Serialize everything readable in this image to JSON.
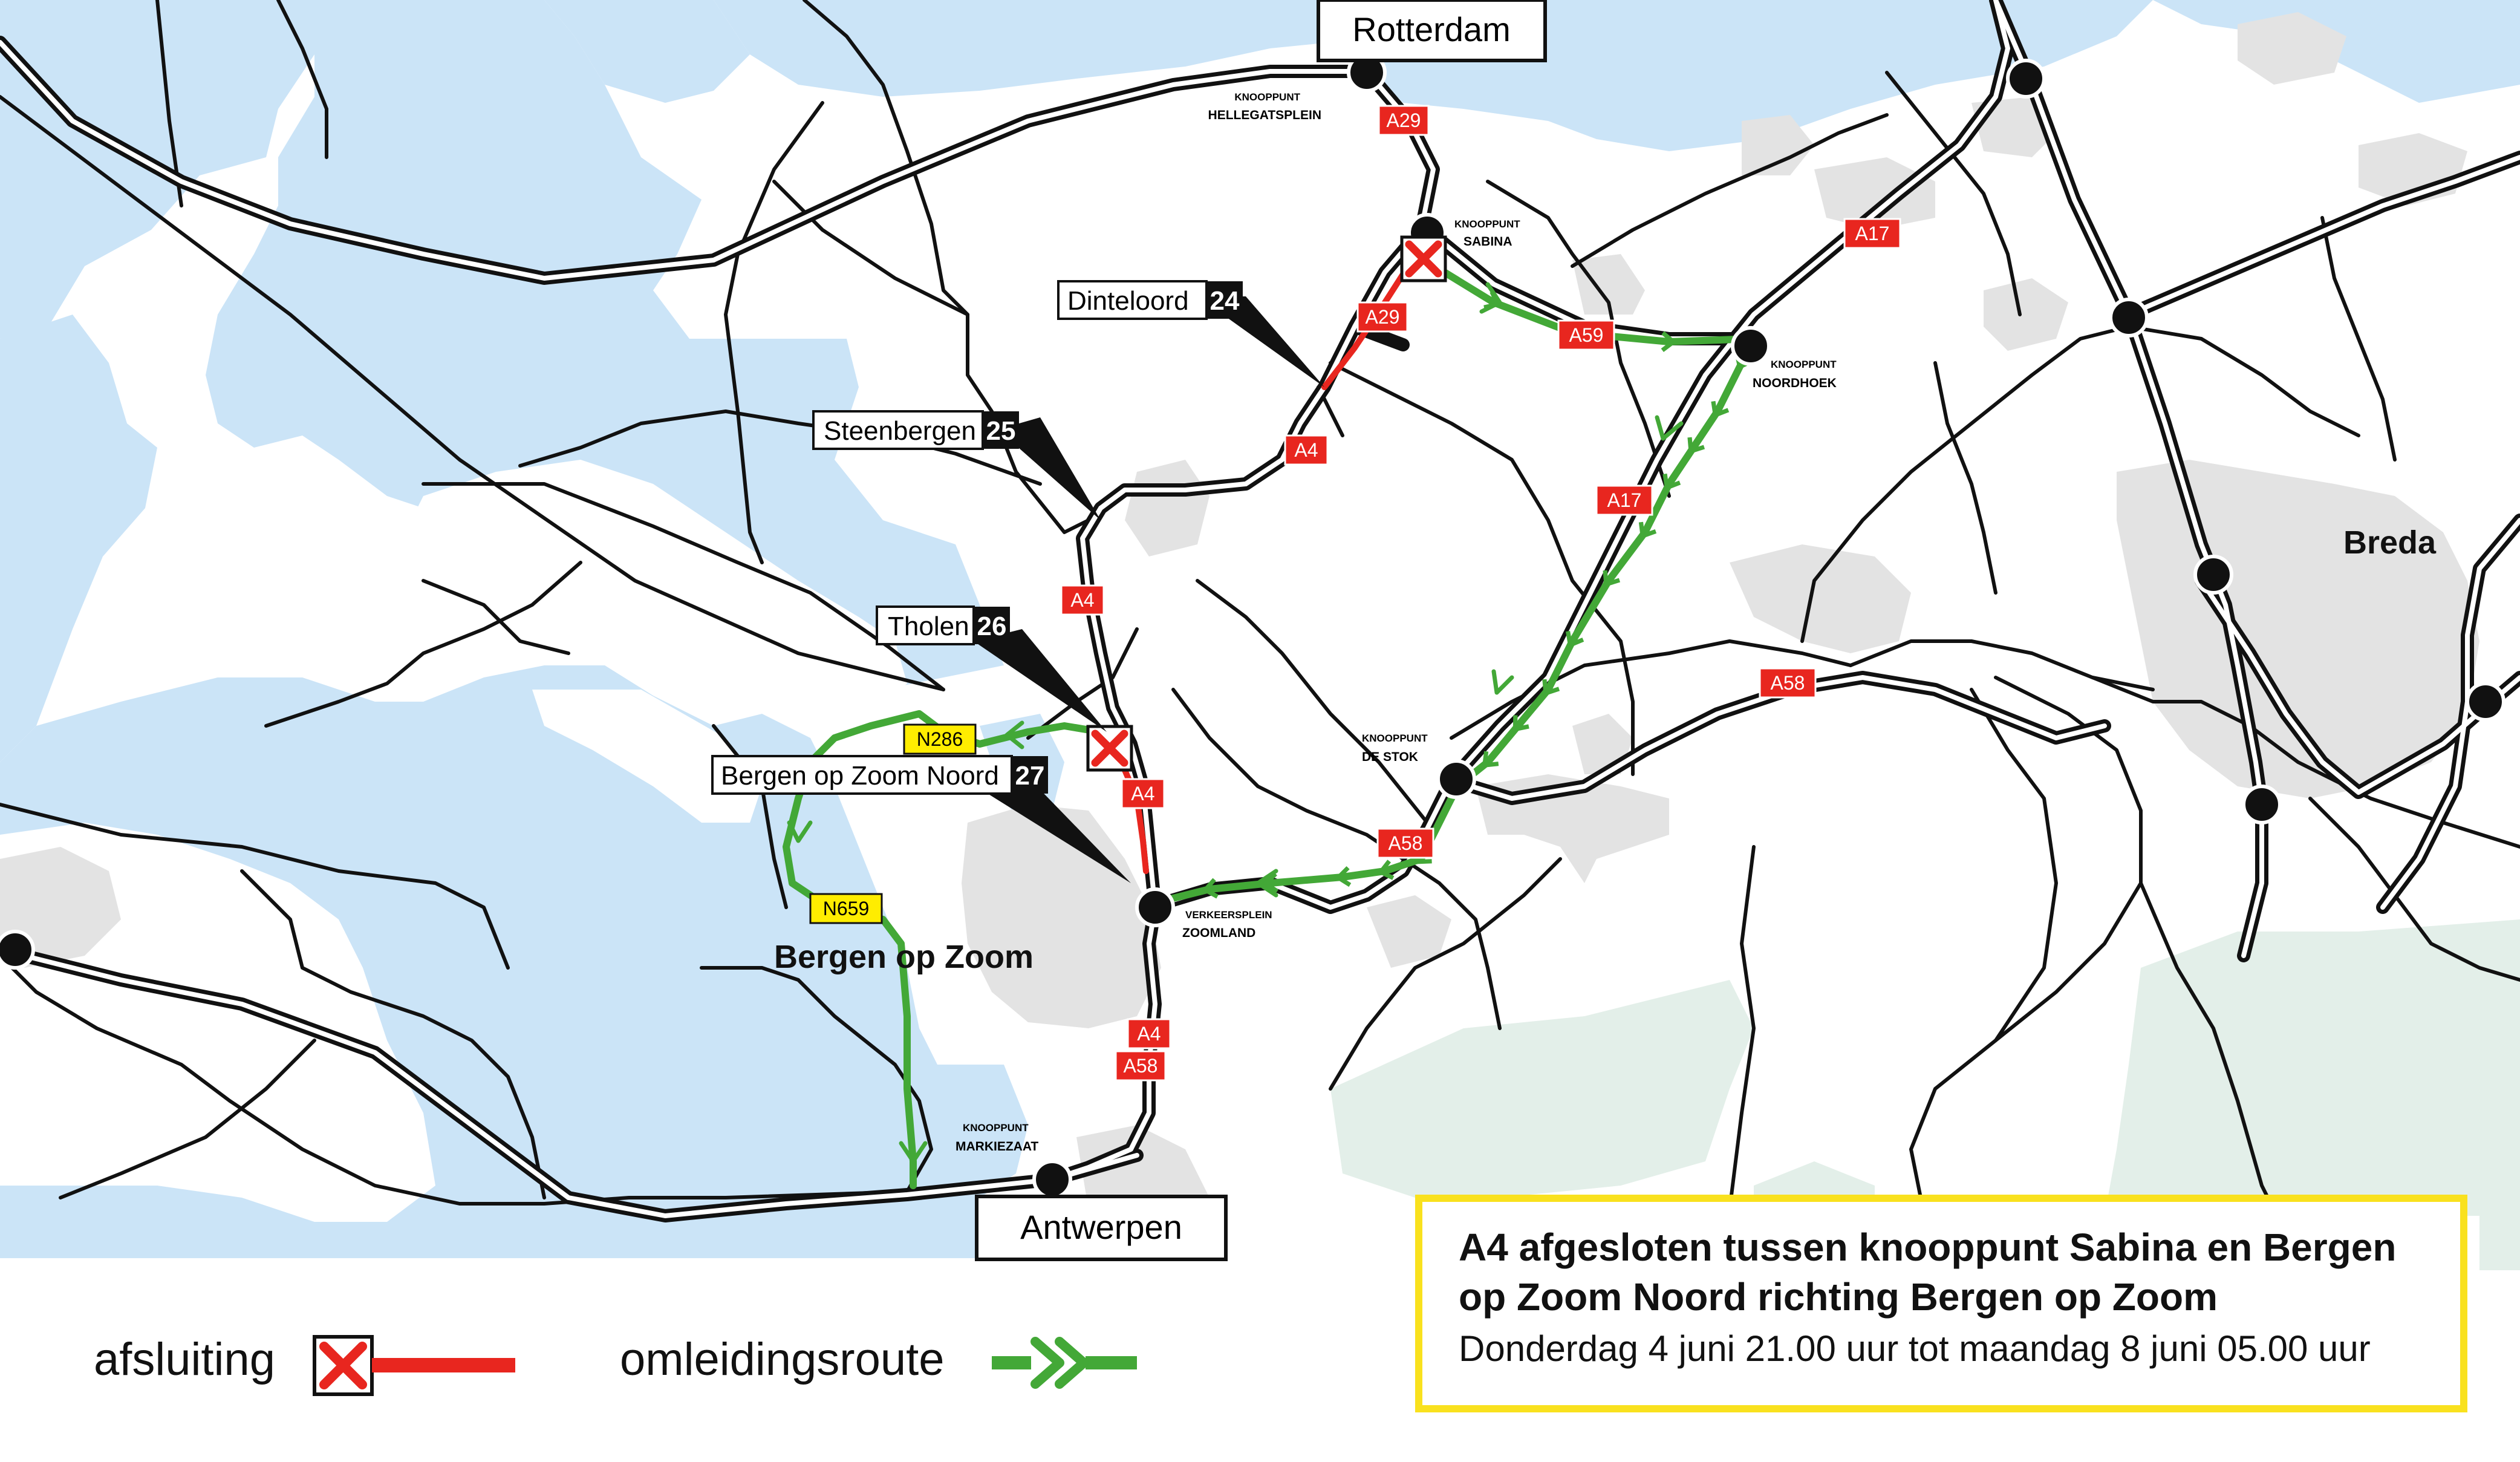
{
  "map": {
    "colors": {
      "water": "#cbe4f7",
      "urban": "#e3e3e3",
      "nature": "#e3efe9",
      "road": "#111111",
      "closure": "#e8261f",
      "detour": "#43a837",
      "shield_red": "#e8261f",
      "shield_yellow": "#ffed00",
      "infobox_border": "#f9e11e"
    },
    "cities": {
      "rotterdam": "Rotterdam",
      "antwerpen": "Antwerpen",
      "breda": "Breda",
      "bergen_op_zoom": "Bergen op Zoom"
    },
    "junctions": {
      "hellegatsplein": [
        "KNOOPPUNT",
        "HELLEGATSPLEIN"
      ],
      "sabina": [
        "KNOOPPUNT",
        "SABINA"
      ],
      "noordhoek": [
        "KNOOPPUNT",
        "NOORDHOEK"
      ],
      "de_stok": [
        "KNOOPPUNT",
        "DE STOK"
      ],
      "zoomland": [
        "VERKEERSPLEIN",
        "ZOOMLAND"
      ],
      "markiezaat": [
        "KNOOPPUNT",
        "MARKIEZAAT"
      ]
    },
    "exits": {
      "dinteloord": {
        "name": "Dinteloord",
        "number": "24"
      },
      "steenbergen": {
        "name": "Steenbergen",
        "number": "25"
      },
      "tholen": {
        "name": "Tholen",
        "number": "26"
      },
      "bergen_noord": {
        "name": "Bergen op Zoom Noord",
        "number": "27"
      }
    },
    "shields": {
      "a29": "A29",
      "a4": "A4",
      "a59": "A59",
      "a17": "A17",
      "a58": "A58",
      "n286": "N286",
      "n659": "N659"
    }
  },
  "legend": {
    "closure_label": "afsluiting",
    "detour_label": "omleidingsroute"
  },
  "infobox": {
    "title": "A4 afgesloten tussen knooppunt Sabina en Bergen op Zoom Noord richting Bergen op Zoom",
    "dates": "Donderdag 4 juni 21.00 uur tot maandag 8 juni 05.00 uur"
  }
}
